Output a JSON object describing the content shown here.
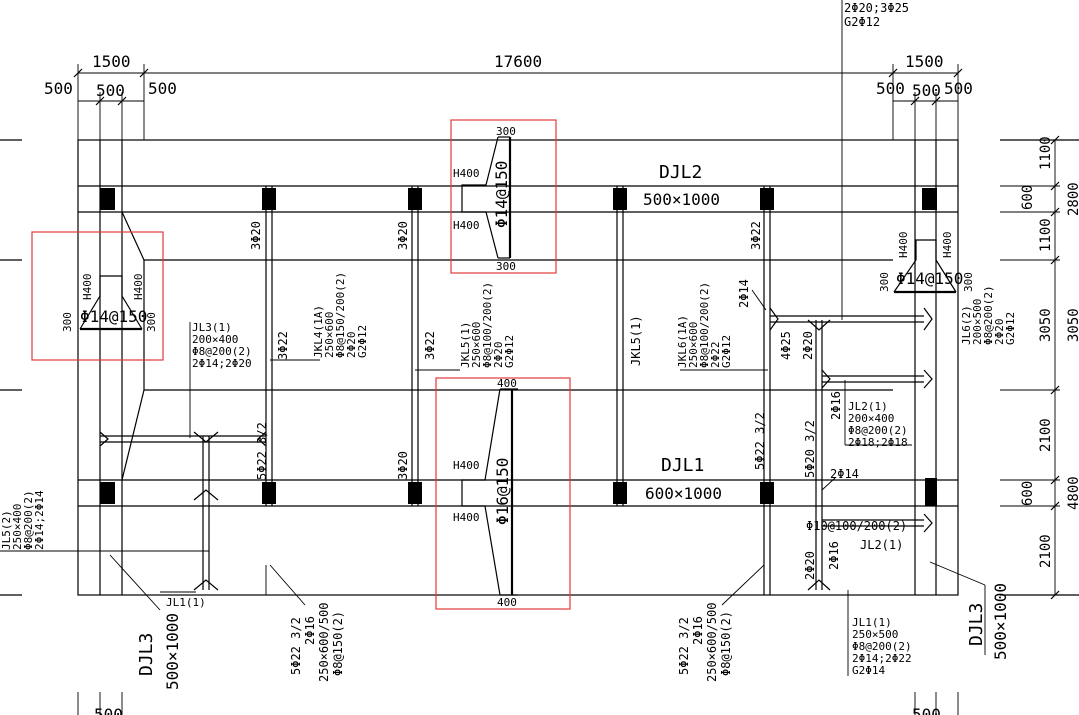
{
  "top_note": {
    "line1": "2Φ20;3Φ25",
    "line2": "G2Φ12"
  },
  "dimensions": {
    "left_outer": "1500",
    "total": "17600",
    "right_outer": "1500",
    "left_500_a": "500",
    "left_500_b": "500",
    "left_500_c": "500",
    "right_500_a": "500",
    "right_500_b": "500",
    "right_500_c": "500",
    "bottom_500_left": "500",
    "bottom_500_right": "500",
    "right_1100_a": "1100",
    "right_600_a": "600",
    "right_1100_b": "1100",
    "right_3050": "3050",
    "right_2100_a": "2100",
    "right_600_b": "600",
    "right_2100_b": "2100",
    "right_2800": "2800",
    "right_3050_b": "3050",
    "right_4800": "4800"
  },
  "beams": {
    "djl2_name": "DJL2",
    "djl2_size": "500×1000",
    "djl1_name": "DJL1",
    "djl1_size": "600×1000",
    "djl3_left_name": "DJL3",
    "djl3_left_size": "500×1000",
    "djl3_right_name": "DJL3",
    "djl3_right_size": "500×1000"
  },
  "sections": {
    "top_mid": {
      "w_top": "300",
      "w_bot": "300",
      "h1": "H400",
      "h2": "H400",
      "rebar": "Φ14@150"
    },
    "bot_mid": {
      "w_top": "400",
      "w_bot": "400",
      "h1": "H400",
      "h2": "H400",
      "rebar": "Φ16@150"
    },
    "left": {
      "h1": "H400",
      "h2": "H400",
      "w1": "300",
      "w2": "300",
      "rebar": "Φ14@150"
    },
    "right": {
      "h1": "H400",
      "h2": "H400",
      "w1": "300",
      "w2": "300",
      "rebar": "Φ14@150"
    }
  },
  "labels": {
    "jl3": [
      "JL3(1)",
      "200×400",
      "Φ8@200(2)",
      "2Φ14;2Φ20"
    ],
    "jkl4": [
      "JKL4(1A)",
      "250×600",
      "Φ8@150/200(2)",
      "2Φ20",
      "G2Φ12"
    ],
    "jkl5": [
      "JKL5(1)",
      "250×600",
      "Φ8@100/200(2)",
      "2Φ20",
      "G2Φ12"
    ],
    "jkl5b": "JKL5(1)",
    "jkl6": [
      "JKL6(1A)",
      "250×600",
      "Φ8@100/200(2)",
      "2Φ22",
      "G2Φ12"
    ],
    "jl6": [
      "JL6(2)",
      "200×500",
      "Φ8@200(2)",
      "2Φ20",
      "G2Φ12"
    ],
    "jl2a": [
      "JL2(1)",
      "200×400",
      "Φ8@200(2)",
      "2Φ18;2Φ18"
    ],
    "jl2b": "JL2(1)",
    "jl1_left": "JL1(1)",
    "jl1_right": [
      "JL1(1)",
      "250×500",
      "Φ8@200(2)",
      "2Φ14;2Φ22",
      "G2Φ14"
    ],
    "left_edge": [
      "JL5(2)",
      "250×400",
      "Φ8@200(2)",
      "2Φ14;2Φ14"
    ],
    "c3_20_a": "3Φ20",
    "c3_20_b": "3Φ20",
    "c3_20_c": "3Φ20",
    "c3_22_a": "3Φ22",
    "c3_22_b": "3Φ22",
    "c3_22_c": "3Φ22",
    "c2_14_a": "2Φ14",
    "c4_25": "4Φ25",
    "c2_20_a": "2Φ20",
    "c2_16_a": "2Φ16",
    "c5_22_32_a": "5Φ22 3/2",
    "c5_22_32_b": "5Φ22 3/2",
    "c5_20_32": "5Φ20 3/2",
    "c2_14_b": "2Φ14",
    "c_stirrup": "Φ10@100/200(2)",
    "c2_20_b": "2Φ20",
    "c2_16_b": "2Φ16",
    "bl_callout": [
      "5Φ22 3/2",
      "2Φ16",
      "250×600/500",
      "Φ8@150(2)"
    ],
    "br_callout": [
      "5Φ22 3/2",
      "2Φ16",
      "250×600/500",
      "Φ8@150(2)"
    ]
  },
  "colors": {
    "line": "#000000",
    "highlight": "#e23b3b",
    "background": "#ffffff"
  }
}
